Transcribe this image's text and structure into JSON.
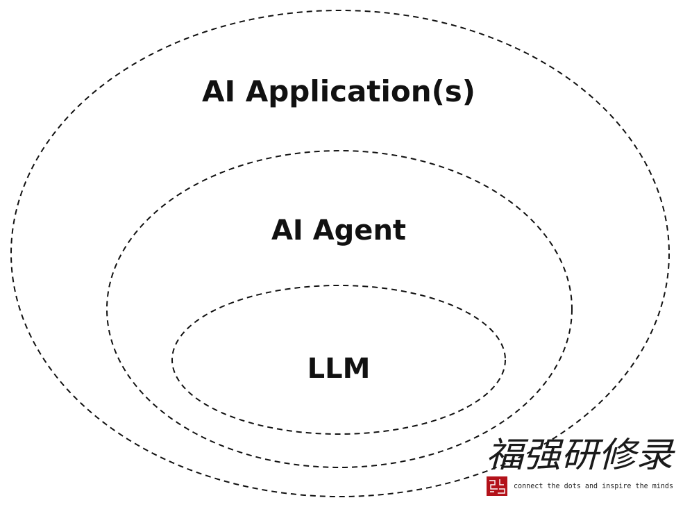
{
  "diagram": {
    "rings": [
      {
        "id": "outer",
        "label": "AI Application(s)"
      },
      {
        "id": "middle",
        "label": "AI Agent"
      },
      {
        "id": "inner",
        "label": "LLM"
      }
    ],
    "stroke_color": "#111111",
    "stroke_style": "dashed"
  },
  "watermark": {
    "title_cn": "福强研修录",
    "tagline": "connect the dots and inspire the minds",
    "seal_color": "#b3121a"
  }
}
